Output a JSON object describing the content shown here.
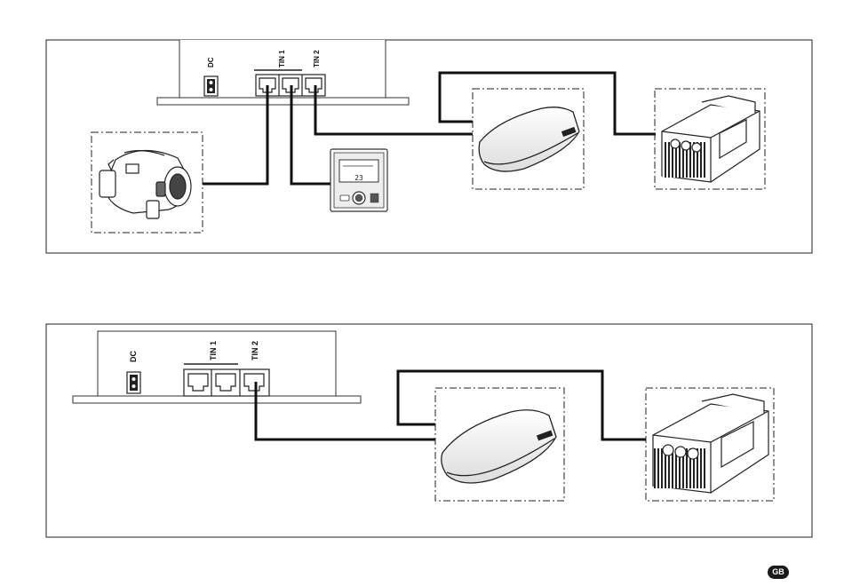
{
  "diagrams": [
    {
      "ports": {
        "dc": "DC",
        "tin1": "TIN 1",
        "tin2": "TIN 2"
      },
      "panel_display": "23"
    },
    {
      "ports": {
        "dc": "DC",
        "tin1": "TIN 1",
        "tin2": "TIN 2"
      }
    }
  ],
  "language_badge": "GB"
}
